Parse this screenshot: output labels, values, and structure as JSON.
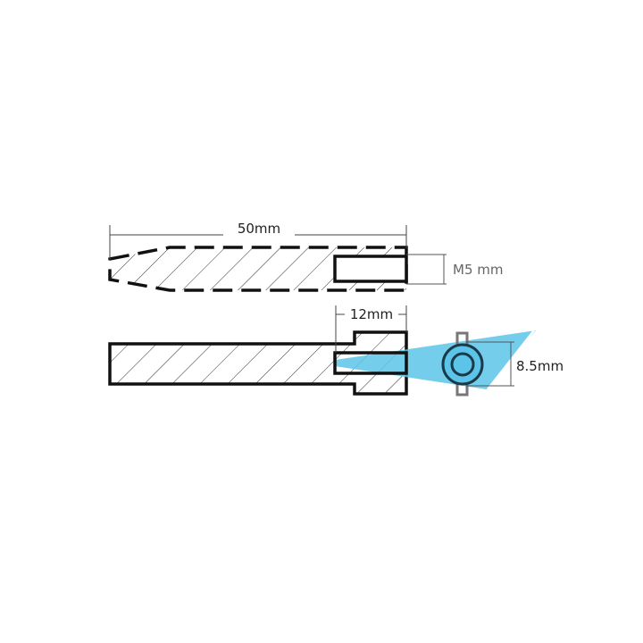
{
  "dimensions": {
    "length": "50mm",
    "thread": "M5 mm",
    "socket_depth": "12mm",
    "diameter": "8.5mm"
  },
  "colors": {
    "outline": "#111111",
    "hatch": "#333333",
    "highlight": "#5cc4e8"
  }
}
